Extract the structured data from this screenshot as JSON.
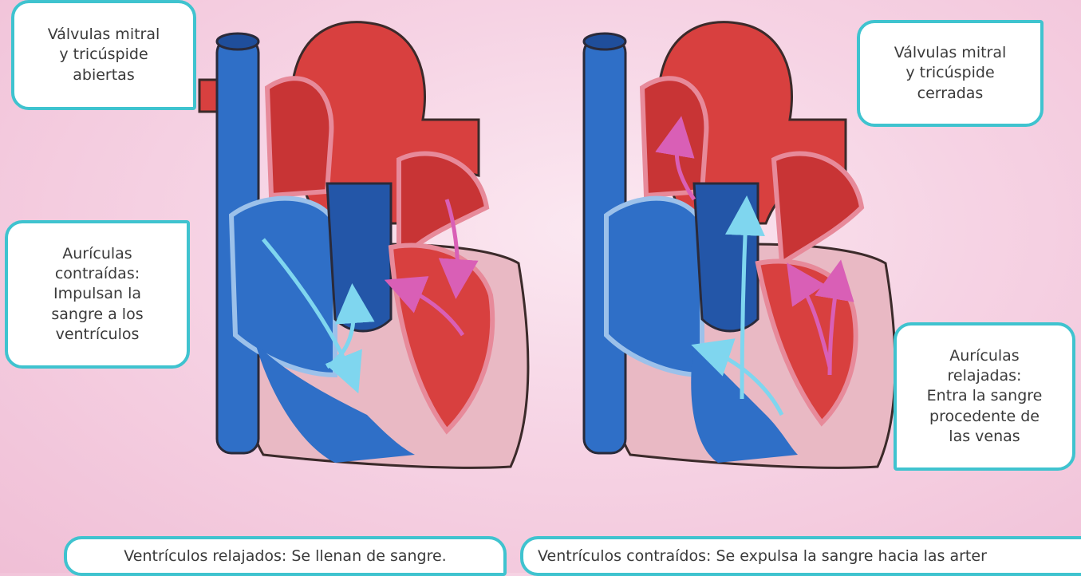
{
  "labels": {
    "valves_open": "Válvulas mitral\ny tricúspide\nabiertas",
    "valves_closed": "Válvulas mitral\ny tricúspide\ncerradas",
    "atria_contracted": "Aurículas\ncontraídas:\nImpulsan la\nsangre a los\nventrículos",
    "atria_relaxed": "Aurículas\nrelajadas:\nEntra la sangre\nprocedente de\nlas venas",
    "ventricles_relaxed": "Ventrículos relajados: Se llenan de sangre.",
    "ventricles_contracted": "Ventrículos contraídos: Se expulsa la sangre hacia las arter"
  },
  "colors": {
    "label_border": "#3fc3cf",
    "blood_blue": "#2f6fc7",
    "blood_red": "#d8403f",
    "muscle_pink": "#e9b9c4",
    "arrow_cyan": "#7fd6ef",
    "arrow_magenta": "#d95fb6"
  }
}
